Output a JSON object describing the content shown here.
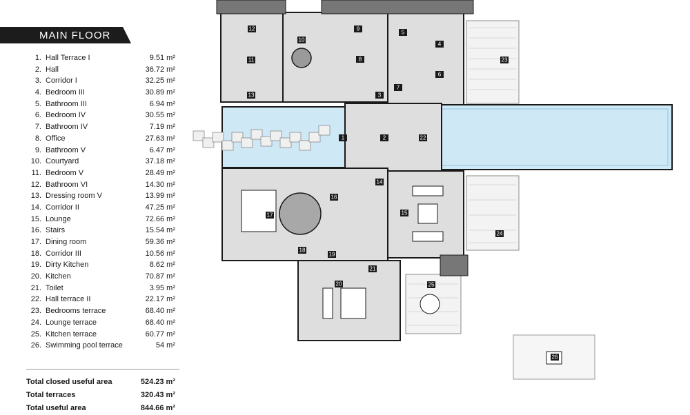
{
  "legend": {
    "title": "MAIN FLOOR",
    "rooms": [
      {
        "num": "1.",
        "name": "Hall Terrace I",
        "area": "9.51 m²"
      },
      {
        "num": "2.",
        "name": "Hall",
        "area": "36.72 m²"
      },
      {
        "num": "3.",
        "name": "Corridor I",
        "area": "32.25 m²"
      },
      {
        "num": "4.",
        "name": "Bedroom III",
        "area": "30.89 m²"
      },
      {
        "num": "5.",
        "name": "Bathroom III",
        "area": "6.94 m²"
      },
      {
        "num": "6.",
        "name": "Bedroom IV",
        "area": "30.55 m²"
      },
      {
        "num": "7.",
        "name": "Bathroom IV",
        "area": "7.19 m²"
      },
      {
        "num": "8.",
        "name": "Office",
        "area": "27.63 m²"
      },
      {
        "num": "9.",
        "name": "Bathroom V",
        "area": "6.47 m²"
      },
      {
        "num": "10.",
        "name": "Courtyard",
        "area": "37.18 m²"
      },
      {
        "num": "11.",
        "name": "Bedroom V",
        "area": "28.49 m²"
      },
      {
        "num": "12.",
        "name": "Bathroom VI",
        "area": "14.30 m²"
      },
      {
        "num": "13.",
        "name": "Dressing room V",
        "area": "13.99 m²"
      },
      {
        "num": "14.",
        "name": "Corridor II",
        "area": "47.25 m²"
      },
      {
        "num": "15.",
        "name": "Lounge",
        "area": "72.66 m²"
      },
      {
        "num": "16.",
        "name": "Stairs",
        "area": "15.54 m²"
      },
      {
        "num": "17.",
        "name": "Dining room",
        "area": "59.36 m²"
      },
      {
        "num": "18.",
        "name": "Corridor III",
        "area": "10.56 m²"
      },
      {
        "num": "19.",
        "name": "Dirty Kitchen",
        "area": "8.62 m²"
      },
      {
        "num": "20.",
        "name": "Kitchen",
        "area": "70.87 m²"
      },
      {
        "num": "21.",
        "name": "Toilet",
        "area": "3.95 m²"
      },
      {
        "num": "22.",
        "name": "Hall terrace II",
        "area": "22.17 m²"
      },
      {
        "num": "23.",
        "name": "Bedrooms terrace",
        "area": "68.40 m²"
      },
      {
        "num": "24.",
        "name": "Lounge terrace",
        "area": "68.40 m²"
      },
      {
        "num": "25.",
        "name": "Kitchen terrace",
        "area": "60.77 m²"
      },
      {
        "num": "26.",
        "name": "Swimming pool terrace",
        "area": "54 m²"
      }
    ],
    "totals": [
      {
        "label": "Total closed useful area",
        "value": "524.23 m²"
      },
      {
        "label": "Total terraces",
        "value": "320.43 m²"
      },
      {
        "label": "Total useful area",
        "value": "844.66 m²"
      }
    ]
  },
  "plan": {
    "room_labels": [
      "1",
      "2",
      "3",
      "4",
      "5",
      "6",
      "7",
      "8",
      "9",
      "10",
      "11",
      "12",
      "13",
      "14",
      "15",
      "16",
      "17",
      "18",
      "19",
      "20",
      "21",
      "22",
      "23",
      "24",
      "25",
      "26"
    ],
    "colors": {
      "wall": "#1a1a1a",
      "floor": "#dedede",
      "pool": "#cfe8f6",
      "terrace": "#f2f2f2",
      "label_bg": "#1a1a1a"
    }
  }
}
